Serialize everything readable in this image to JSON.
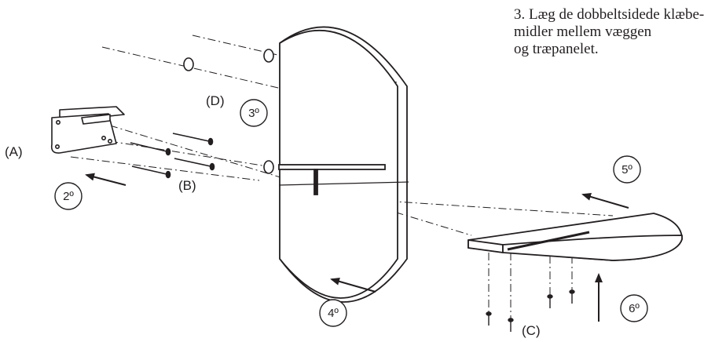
{
  "instruction": {
    "line1": "3. Læg de dobbeltsidede klæbe-",
    "line2": "midler mellem væggen",
    "line3": "og træpanelet."
  },
  "parts": {
    "a": "(A)",
    "b": "(B)",
    "c": "(C)",
    "d": "(D)"
  },
  "steps": {
    "s2": "2º",
    "s3": "3º",
    "s4": "4º",
    "s5": "5º",
    "s6": "6º"
  },
  "colors": {
    "ink": "#231f20",
    "paper": "#ffffff"
  }
}
